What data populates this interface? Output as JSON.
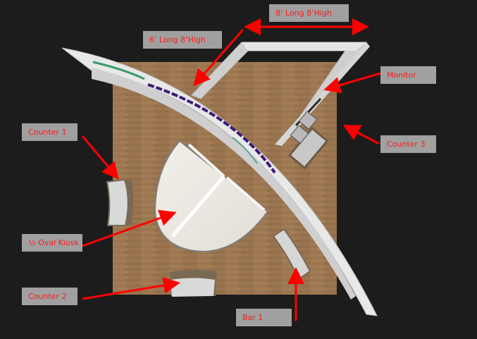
{
  "diagram": {
    "type": "exhibit booth floor plan (top view)",
    "colors": {
      "background": "#1c1c1c",
      "floor": "#9a7450",
      "wall": "#d8d8d8",
      "label_bg": "#a0a0a0",
      "label_text": "#ff1a1a",
      "arrow": "#ff0000",
      "graphic_accent": "#3b1a78"
    },
    "labels": [
      {
        "id": "wall-8ft",
        "text": "8’ Long 8’High"
      },
      {
        "id": "wall-6ft",
        "text": "6’ Long 8’High"
      },
      {
        "id": "monitor",
        "text": "Monitor"
      },
      {
        "id": "counter-3",
        "text": "Counter 3"
      },
      {
        "id": "counter-1",
        "text": "Counter 1"
      },
      {
        "id": "oval-kiosk",
        "text": "½ Oval Kiosk"
      },
      {
        "id": "counter-2",
        "text": "Counter 2"
      },
      {
        "id": "bar-1",
        "text": "Bar 1"
      }
    ]
  }
}
